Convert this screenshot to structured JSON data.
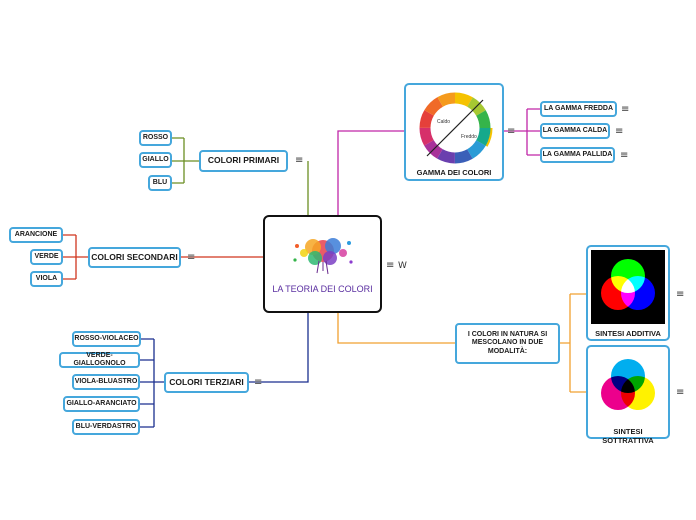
{
  "central": {
    "title": "LA TEORIA DEI COLORI"
  },
  "primari": {
    "label": "COLORI PRIMARI",
    "items": [
      "ROSSO",
      "GIALLO",
      "BLU"
    ]
  },
  "secondari": {
    "label": "COLORI SECONDARI",
    "items": [
      "ARANCIONE",
      "VERDE",
      "VIOLA"
    ]
  },
  "terziari": {
    "label": "COLORI TERZIARI",
    "items": [
      "ROSSO-VIOLACEO",
      "VERDE-GIALLOGNOLO",
      "VIOLA-BLUASTRO",
      "GIALLO-ARANCIATO",
      "BLU-VERDASTRO"
    ]
  },
  "gamma": {
    "label": "GAMMA DEI COLORI",
    "wheel_warm": "Caldo",
    "wheel_cold": "Freddo",
    "items": [
      "LA  GAMMA FREDDA",
      "LA GAMMA CALDA",
      "LA GAMMA PALLIDA"
    ]
  },
  "natura": {
    "label": "I COLORI IN NATURA SI MESCOLANO IN DUE MODALITÀ:",
    "additiva": "SINTESI ADDITIVA",
    "sottrattiva": "SINTESI SOTTRATTIVA"
  },
  "icons": {
    "note": "≡",
    "w": "W"
  },
  "colors": {
    "primari": "#6b8e23",
    "secondari": "#d0361f",
    "terziari": "#1a2f8f",
    "gamma": "#c026a8",
    "natura": "#f0a030",
    "node_border": "#45a7dc"
  }
}
